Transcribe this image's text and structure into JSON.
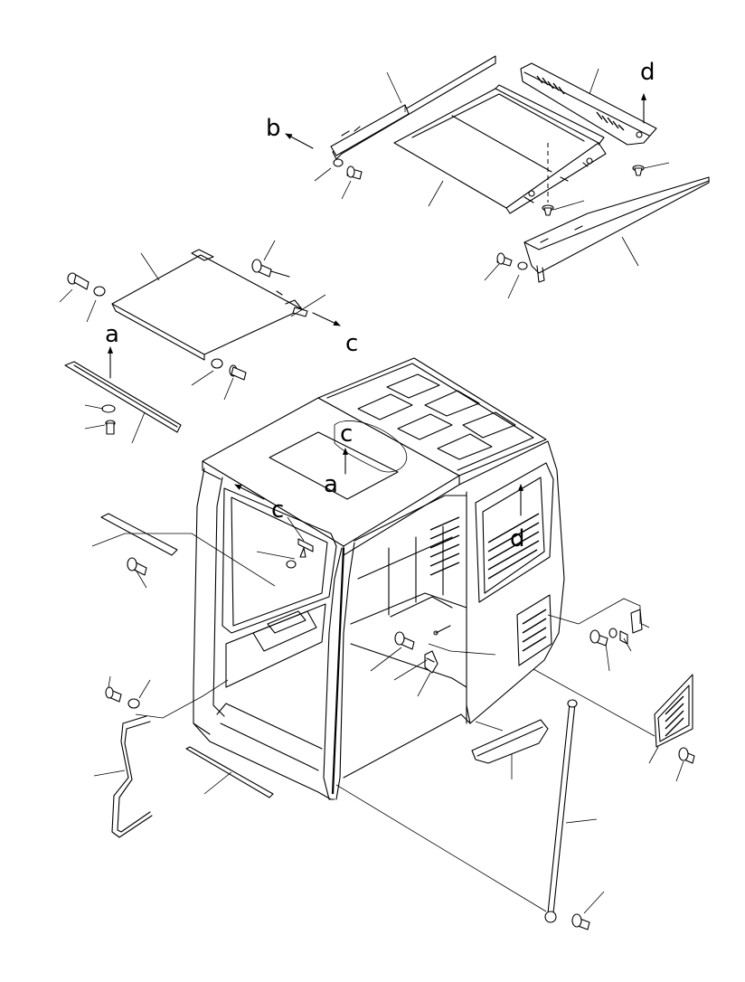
{
  "labels": {
    "a_top": "a",
    "b": "b",
    "c_right": "c",
    "d_top": "d",
    "c_center": "c",
    "a_center": "a",
    "c_left": "c",
    "d_right": "d"
  },
  "colors": {
    "line": "#000000",
    "background": "#ffffff"
  }
}
